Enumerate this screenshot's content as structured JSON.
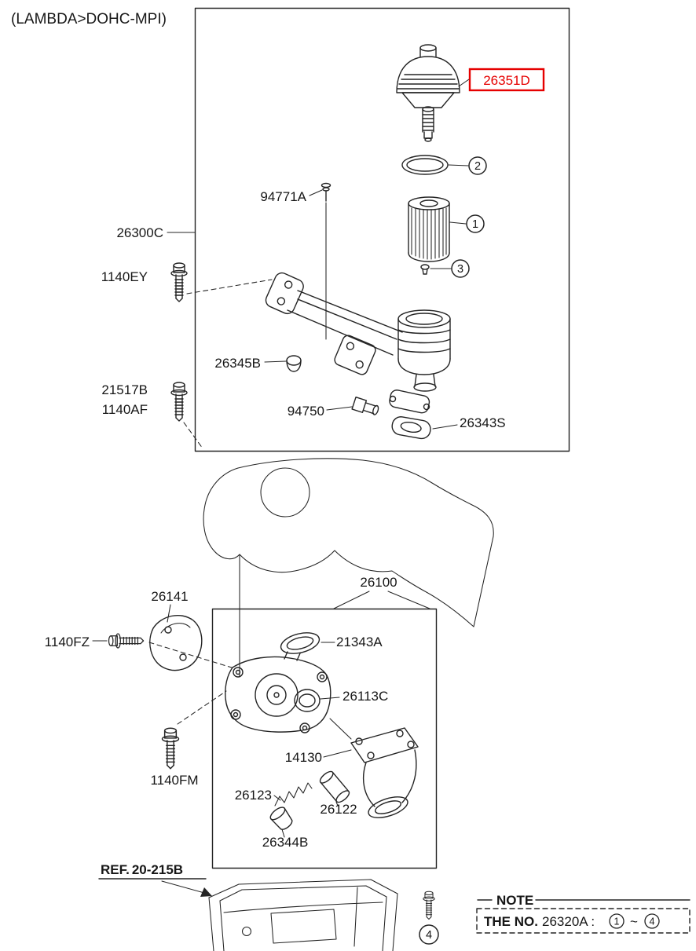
{
  "header": {
    "variant": "(LAMBDA>DOHC-MPI)"
  },
  "colors": {
    "highlight": "#e60000",
    "ink": "#161616"
  },
  "highlighted_part": {
    "number": "26351D"
  },
  "part_labels": {
    "p94771A": "94771A",
    "p26300C": "26300C",
    "p1140EY": "1140EY",
    "p26345B": "26345B",
    "p21517B": "21517B",
    "p1140AF": "1140AF",
    "p94750": "94750",
    "p26343S": "26343S",
    "p26141": "26141",
    "p1140FZ": "1140FZ",
    "p26100": "26100",
    "p21343A": "21343A",
    "p26113C": "26113C",
    "p14130": "14130",
    "p1140FM": "1140FM",
    "p26123": "26123",
    "p26122": "26122",
    "p26344B": "26344B"
  },
  "callouts": {
    "c1": "1",
    "c2": "2",
    "c3": "3",
    "c4": "4"
  },
  "reference": {
    "prefix": "REF.",
    "number": "20-215B"
  },
  "note": {
    "title": "NOTE",
    "lead": "THE NO.",
    "part": "26320A :",
    "range_start": "1",
    "range_separator": "~",
    "range_end": "4"
  }
}
